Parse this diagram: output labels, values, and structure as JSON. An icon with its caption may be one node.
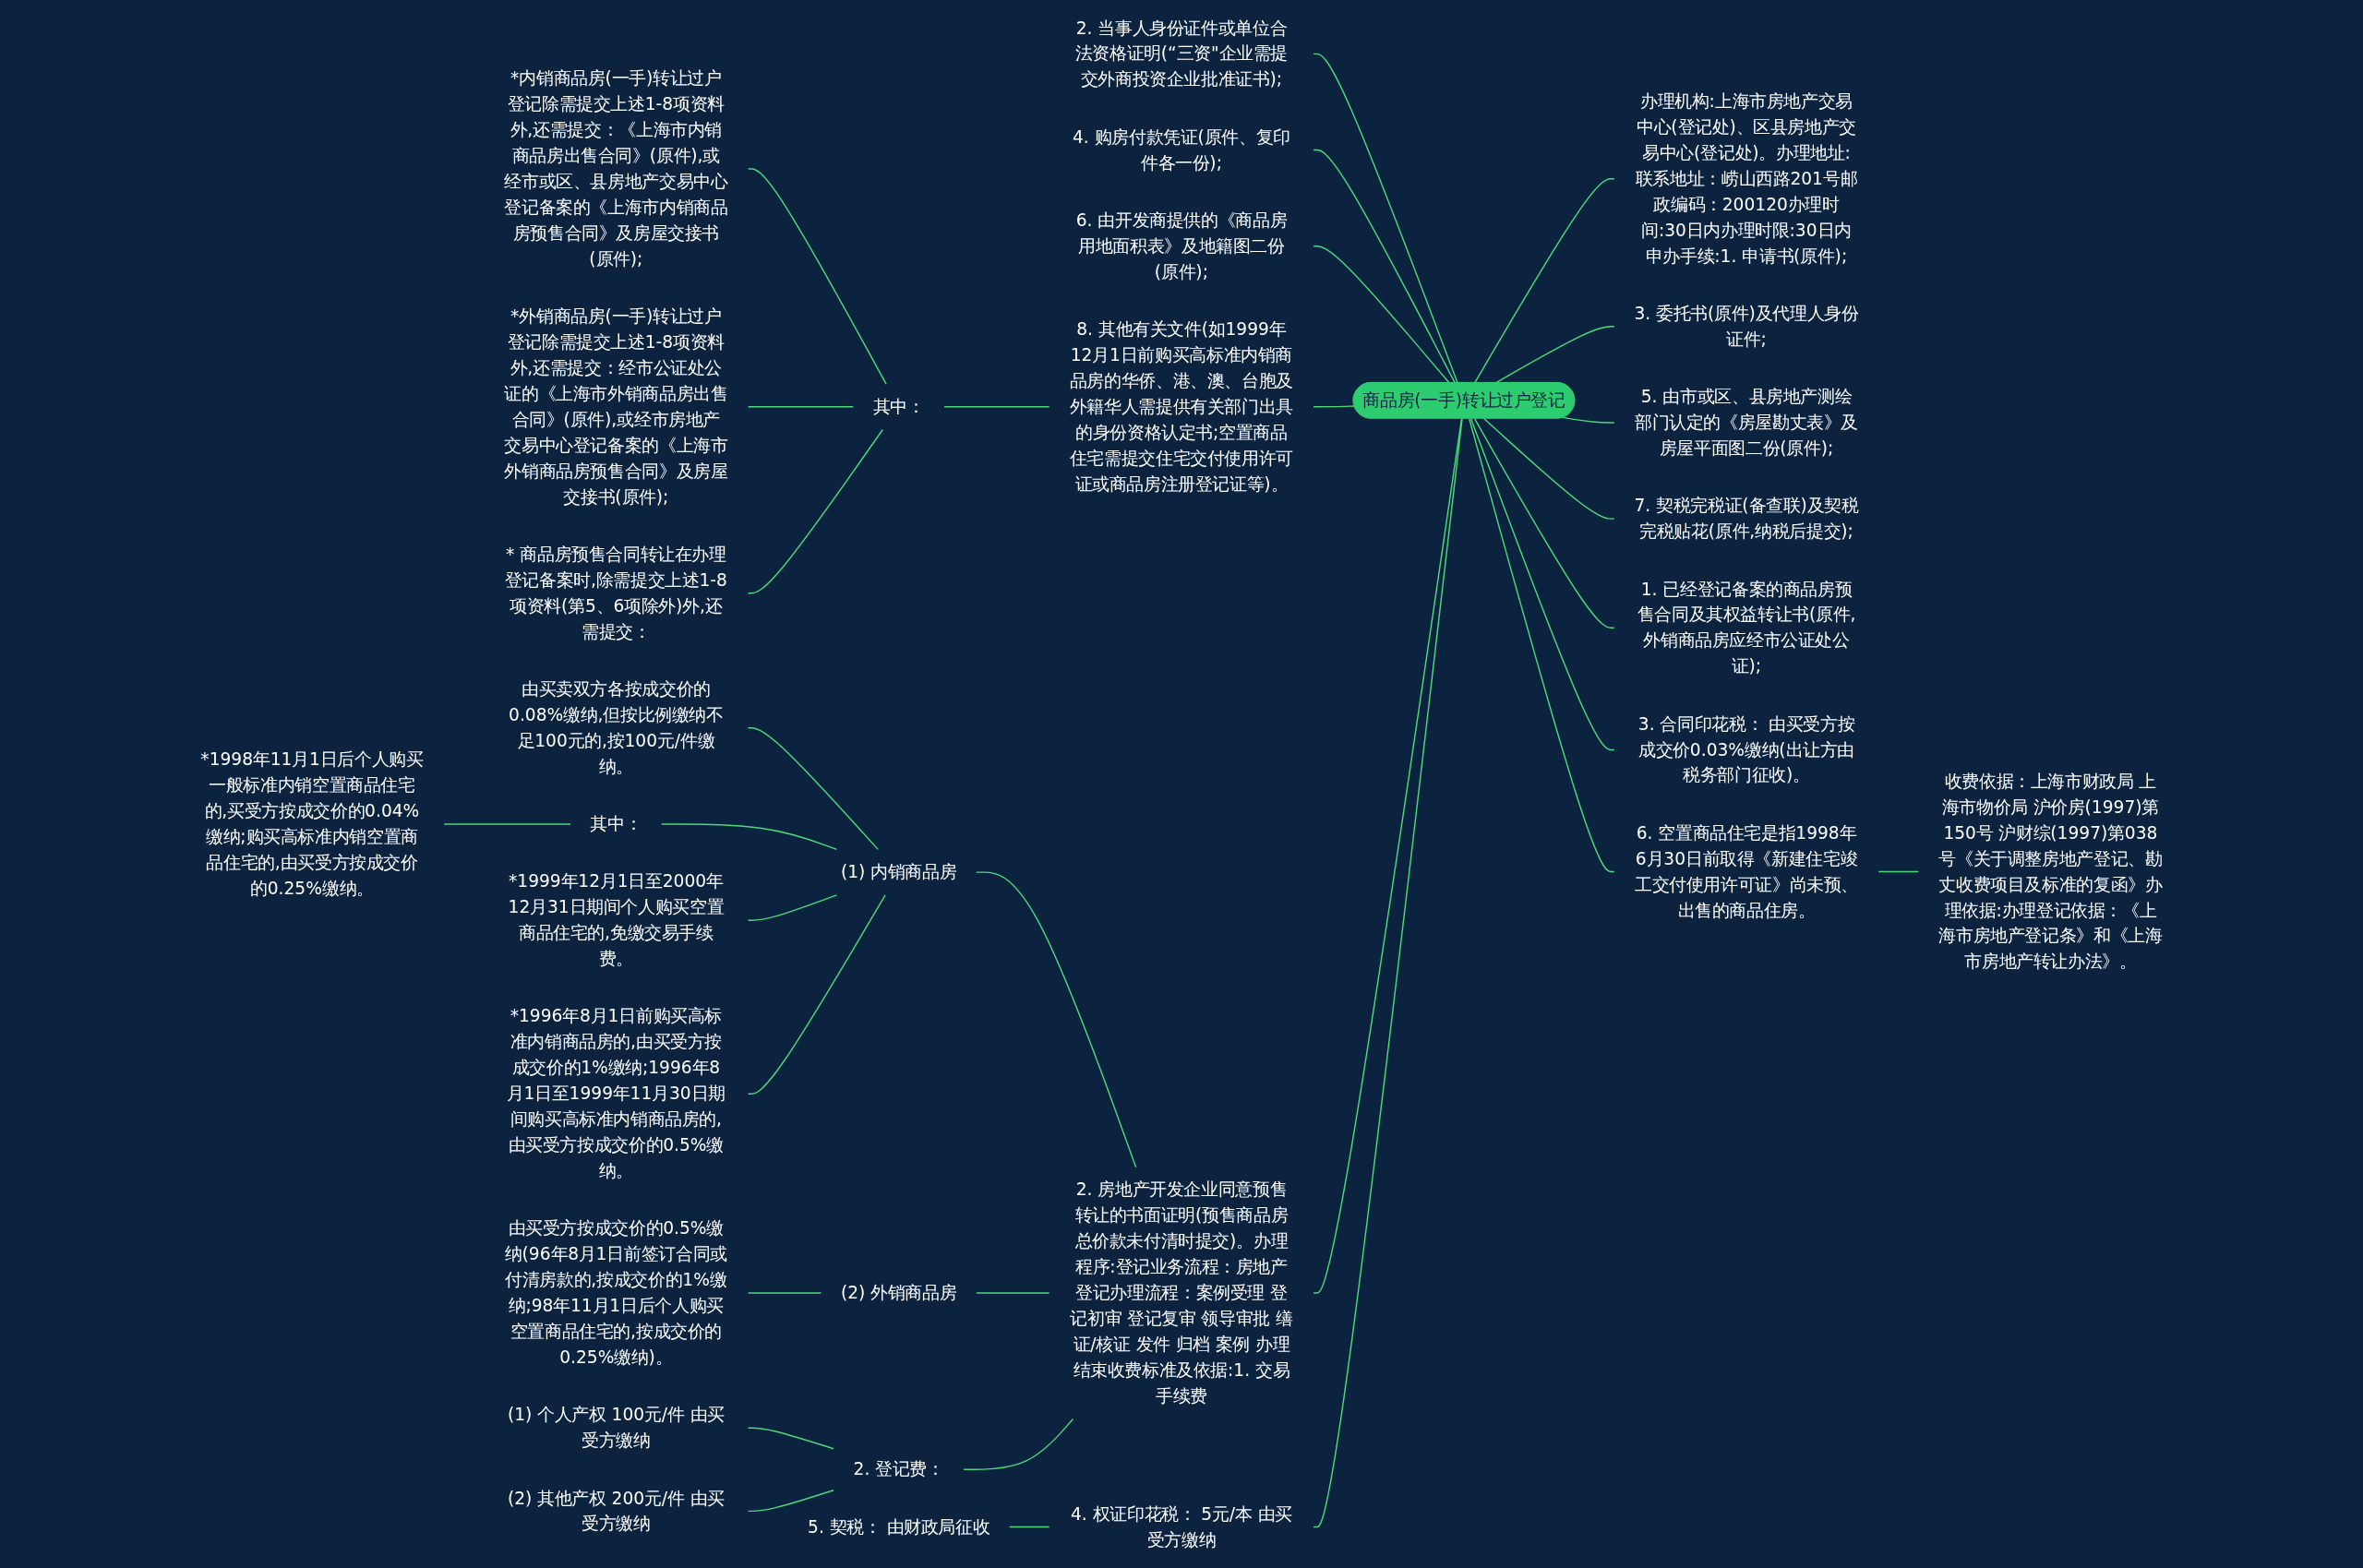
{
  "diagram": {
    "nodes": [
      {
        "text": [
          "商品房(一手)转让过户登记"
        ]
      },
      {
        "text": [
          "2. 当事人身份证件或单位合法资格证明(“三资\"企业需提交外商投资企业批准证书);"
        ]
      },
      {
        "text": [
          "4. 购房付款凭证(原件、复印件各一份);"
        ]
      },
      {
        "text": [
          "6. 由开发商提供的《商品房用地面积表》及地籍图二份(原件);"
        ]
      },
      {
        "text": [
          "8. 其他有关文件(如1999年12月1日前购买高标准内销商品房的华侨、港、澳、台胞及外籍华人需提供有关部门出具的身份资格认定书;空置商品住宅需提交住宅交付使用许可证或商品房注册登记证等)。"
        ]
      },
      {
        "text": [
          "其中："
        ]
      },
      {
        "text": [
          "*内销商品房(一手)转让过户登记除需提交上述1-8项资料外,还需提交：《上海市内销商品房出售合同》(原件),或经市或区、县房地产交易中心登记备案的《上海市内销商品房预售合同》及房屋交接书(原件);"
        ]
      },
      {
        "text": [
          "*外销商品房(一手)转让过户登记除需提交上述1-8项资料外,还需提交：经市公证处公证的《上海市外销商品房出售合同》(原件),或经市房地产交易中心登记备案的《上海市外销商品房预售合同》及房屋交接书(原件);"
        ]
      },
      {
        "text": [
          "* 商品房预售合同转让在办理登记备案时,除需提交上述1-8项资料(第5、6项除外)外,还需提交："
        ]
      },
      {
        "text": [
          "2. 房地产开发企业同意预售转让的书面证明(预售商品房总价款未付清时提交)。办理程序:登记业务流程：房地产登记办理流程：案例受理 登记初审 登记复审 领导审批 缮证/核证 发件 归档 案例 办理结束收费标准及依据:1. 交易手续费"
        ]
      },
      {
        "text": [
          "(1) 内销商品房"
        ]
      },
      {
        "text": [
          "由买卖双方各按成交价的0.08%缴纳,但按比例缴纳不足100元的,按100元/件缴纳。"
        ]
      },
      {
        "text": [
          "其中："
        ]
      },
      {
        "text": [
          "*1998年11月1日后个人购买一般标准内销空置商品住宅的,买受方按成交价的0.04%缴纳;购买高标准内销空置商品住宅的,由买受方按成交价的0.25%缴纳。"
        ]
      },
      {
        "text": [
          "*1999年12月1日至2000年12月31日期间个人购买空置商品住宅的,免缴交易手续费。"
        ]
      },
      {
        "text": [
          "*1996年8月1日前购买高标准内销商品房的,由买受方按成交价的1%缴纳;1996年8月1日至1999年11月30日期间购买高标准内销商品房的,由买受方按成交价的0.5%缴纳。"
        ]
      },
      {
        "text": [
          "(2) 外销商品房"
        ]
      },
      {
        "text": [
          "由买受方按成交价的0.5%缴纳(96年8月1日前签订合同或付清房款的,按成交价的1%缴纳;98年11月1日后个人购买空置商品住宅的,按成交价的0.25%缴纳)。"
        ]
      },
      {
        "text": [
          "2. 登记费："
        ]
      },
      {
        "text": [
          "(1) 个人产权 100元/件 由买受方缴纳"
        ]
      },
      {
        "text": [
          "(2) 其他产权 200元/件 由买受方缴纳"
        ]
      },
      {
        "text": [
          "4. 权证印花税： 5元/本 由买受方缴纳"
        ]
      },
      {
        "text": [
          "5. 契税： 由财政局征收"
        ]
      },
      {
        "text": [
          "办理机构:上海市房地产交易中心(登记处)、区县房地产交易中心(登记处)。办理地址:联系地址：崂山西路201号邮政编码：200120办理时间:30日内办理时限:30日内申办手续:1. 申请书(原件);"
        ]
      },
      {
        "text": [
          "3. 委托书(原件)及代理人身份证件;"
        ]
      },
      {
        "text": [
          "5. 由市或区、县房地产测绘部门认定的《房屋勘丈表》及房屋平面图二份(原件);"
        ]
      },
      {
        "text": [
          "7. 契税完税证(备查联)及契税完税贴花(原件,纳税后提交);"
        ]
      },
      {
        "text": [
          "1. 已经登记备案的商品房预售合同及其权益转让书(原件,外销商品房应经市公证处公证);"
        ]
      },
      {
        "text": [
          "3. 合同印花税： 由买受方按成交价0.03%缴纳(出让方由税务部门征收)。"
        ]
      },
      {
        "text": [
          "6. 空置商品住宅是指1998年6月30日前取得《新建住宅竣工交付使用许可证》尚未预、出售的商品住房。"
        ]
      },
      {
        "text": [
          "收费依据：上海市财政局 上海市物价局 沪价房(1997)第150号 沪财综(1997)第038号《关于调整房地产登记、勘丈收费项目及标准的复函》办理依据:办理登记依据：《上海市房地产登记条》和《上海市房地产转让办法》。"
        ]
      }
    ],
    "edges": [
      {
        "from": 1,
        "to": 0,
        "arrow": "none"
      },
      {
        "from": 2,
        "to": 0,
        "arrow": "none"
      },
      {
        "from": 3,
        "to": 0,
        "arrow": "none"
      },
      {
        "from": 4,
        "to": 0,
        "arrow": "none"
      },
      {
        "from": 5,
        "to": 4,
        "arrow": "none"
      },
      {
        "from": 6,
        "to": 5,
        "arrow": "none"
      },
      {
        "from": 7,
        "to": 5,
        "arrow": "none"
      },
      {
        "from": 8,
        "to": 5,
        "arrow": "none"
      },
      {
        "from": 9,
        "to": 0,
        "arrow": "none"
      },
      {
        "from": 10,
        "to": 9,
        "arrow": "none"
      },
      {
        "from": 11,
        "to": 10,
        "arrow": "none"
      },
      {
        "from": 12,
        "to": 10,
        "arrow": "none"
      },
      {
        "from": 13,
        "to": 12,
        "arrow": "none"
      },
      {
        "from": 14,
        "to": 10,
        "arrow": "none"
      },
      {
        "from": 15,
        "to": 10,
        "arrow": "none"
      },
      {
        "from": 16,
        "to": 9,
        "arrow": "none"
      },
      {
        "from": 17,
        "to": 16,
        "arrow": "none"
      },
      {
        "from": 18,
        "to": 9,
        "arrow": "none"
      },
      {
        "from": 19,
        "to": 18,
        "arrow": "none"
      },
      {
        "from": 20,
        "to": 18,
        "arrow": "none"
      },
      {
        "from": 21,
        "to": 0,
        "arrow": "none"
      },
      {
        "from": 22,
        "to": 21,
        "arrow": "none"
      },
      {
        "from": 0,
        "to": 23,
        "arrow": "none"
      },
      {
        "from": 0,
        "to": 24,
        "arrow": "none"
      },
      {
        "from": 0,
        "to": 25,
        "arrow": "none"
      },
      {
        "from": 0,
        "to": 26,
        "arrow": "none"
      },
      {
        "from": 0,
        "to": 27,
        "arrow": "none"
      },
      {
        "from": 0,
        "to": 28,
        "arrow": "none"
      },
      {
        "from": 0,
        "to": 29,
        "arrow": "none"
      },
      {
        "from": 29,
        "to": 30,
        "arrow": "none"
      }
    ]
  }
}
